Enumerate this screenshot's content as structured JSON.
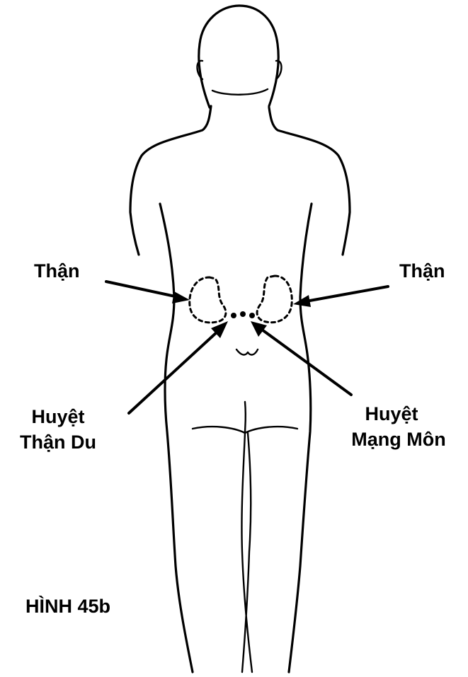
{
  "labels": {
    "kidney_left": "Thận",
    "kidney_right": "Thận",
    "point_left_line1": "Huyệt",
    "point_left_line2": "Thận Du",
    "point_right_line1": "Huyệt",
    "point_right_line2": "Mạng Môn",
    "figure_caption": "HÌNH 45b"
  },
  "icons": {
    "body": "human-back-outline-icon",
    "kidney_left": "kidney-dotted-outline-icon",
    "kidney_right": "kidney-dotted-outline-icon"
  },
  "colors": {
    "ink": "#000000",
    "background": "#ffffff"
  }
}
